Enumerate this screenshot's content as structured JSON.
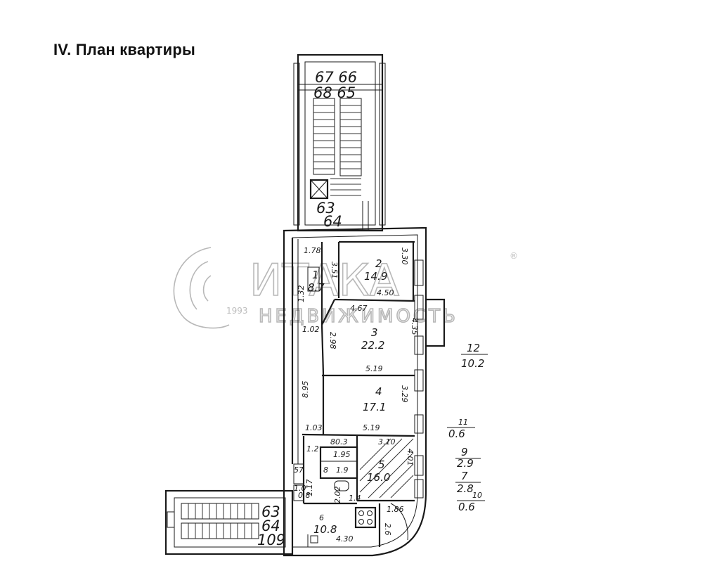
{
  "title": "IV. План квартиры",
  "watermark": {
    "brand": "ИТАКА",
    "registered": "®",
    "year": "1993",
    "subtitle": "НЕДВИЖИМОСТЬ"
  },
  "labels": {
    "stair_top_a": "67 66",
    "stair_top_b": "68 65",
    "stair_mid_a": "63",
    "stair_mid_b": "64",
    "stair_bot_a": "63",
    "stair_bot_b": "64",
    "stair_bot_c": "109",
    "room1_num": "1",
    "room1_area": "8.7",
    "room1_dim_w": "1.78",
    "room1_dim_h": "3.51",
    "room2_num": "2",
    "room2_area": "14.9",
    "room2_dim_w": "4.50",
    "room2_dim_h": "3.30",
    "room3_num": "3",
    "room3_area": "22.2",
    "room3_dim_w_top": "4.67",
    "room3_dim_h": "4.35",
    "room3_dim_left": "2.98",
    "room3_dim_w_bot": "5.19",
    "room4_num": "4",
    "room4_area": "17.1",
    "room4_dim_h": "3.29",
    "room4_dim_w": "5.19",
    "room5_num": "5",
    "room5_area": "16.0",
    "room5_dim_w": "3.10",
    "room5_dim_h": "4.01",
    "room6_num": "6",
    "room6_area": "10.8",
    "room6_dim_w": "4.30",
    "room6_dim_right": "1.86",
    "room6_dim_small": "2.6",
    "corridor_dim_a": "1.32",
    "corridor_dim_b": "1.02",
    "corridor_dim_c": "8.95",
    "corridor_dim_d": "1.03",
    "corridor_dim_e": "1.2",
    "corridor_dim_f": "1.17",
    "corridor_dim_g": "1.0",
    "small_80_3": "80.3",
    "small_1_95": "1.95",
    "small_8": "8",
    "small_9": "1.9",
    "small_2_02": "2.02",
    "small_1_4": "1.4",
    "small_57": "57",
    "small_0_8": "0.8",
    "list_12_num": "12",
    "list_12_area": "10.2",
    "list_11_num": "11",
    "list_11_area": "0.6",
    "list_9_num": "9",
    "list_9_area": "2.9",
    "list_7_num": "7",
    "list_7_area": "2.8",
    "list_10_num": "10",
    "list_10_area": "0.6"
  }
}
